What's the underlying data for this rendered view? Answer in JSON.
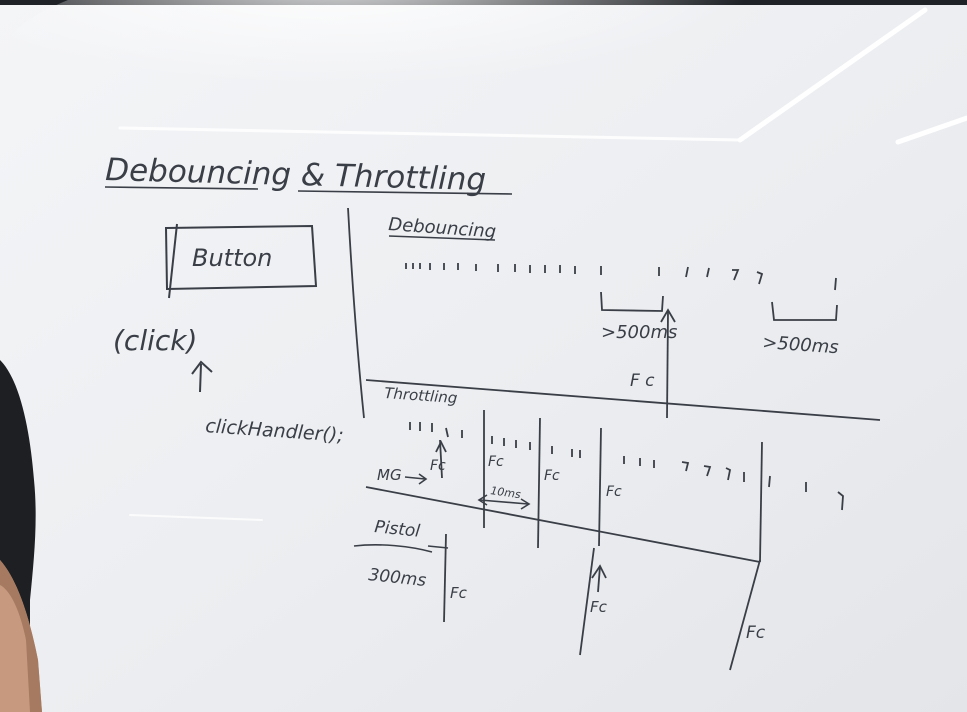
{
  "board": {
    "title": "Debouncing & Throttling",
    "button_box_label": "Button",
    "click_label": "(click)",
    "click_handler_label": "clickHandler();",
    "debouncing_heading": "Debouncing",
    "debounce_interval_1": ">500ms",
    "debounce_interval_2": ">500ms",
    "debounce_fc_label": "F c",
    "throttling_heading": "Throttling",
    "mg_label": "MG",
    "throttle_window_label": "10ms",
    "throttle_fc_labels": [
      "Fc",
      "Fc",
      "Fc",
      "Fc"
    ],
    "pistol_label": "Pistol",
    "pistol_interval": "300ms",
    "pistol_fc_labels": [
      "Fc",
      "Fc",
      "Fc"
    ]
  },
  "colors": {
    "ink": "#3a3e46",
    "board": "#eef0f2",
    "ceiling_light": "#ffffff"
  }
}
